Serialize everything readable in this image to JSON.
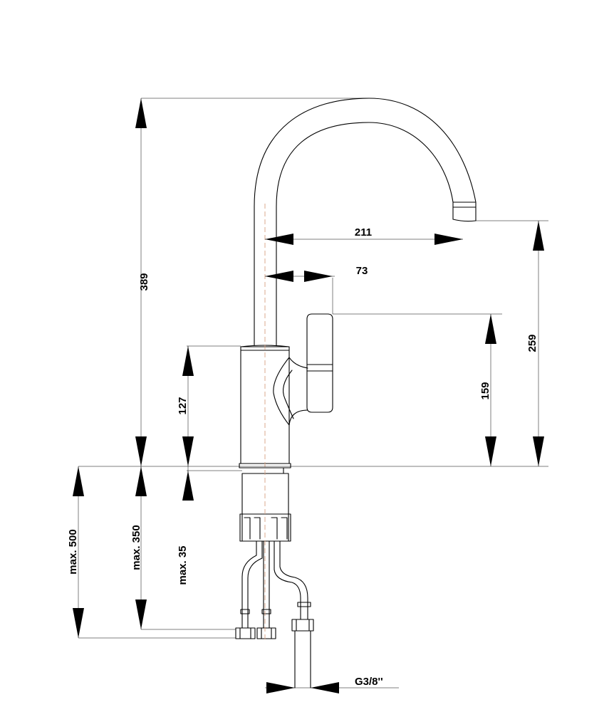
{
  "dimensions": {
    "total_height": "389",
    "spout_reach": "211",
    "handle_offset": "73",
    "spout_outlet_height": "259",
    "handle_top_height": "159",
    "body_height": "127",
    "max_hose_length": "max. 500",
    "max_hose_length_2": "max. 350",
    "max_deck_thickness": "max. 35",
    "connection_thread": "G3/8''"
  }
}
